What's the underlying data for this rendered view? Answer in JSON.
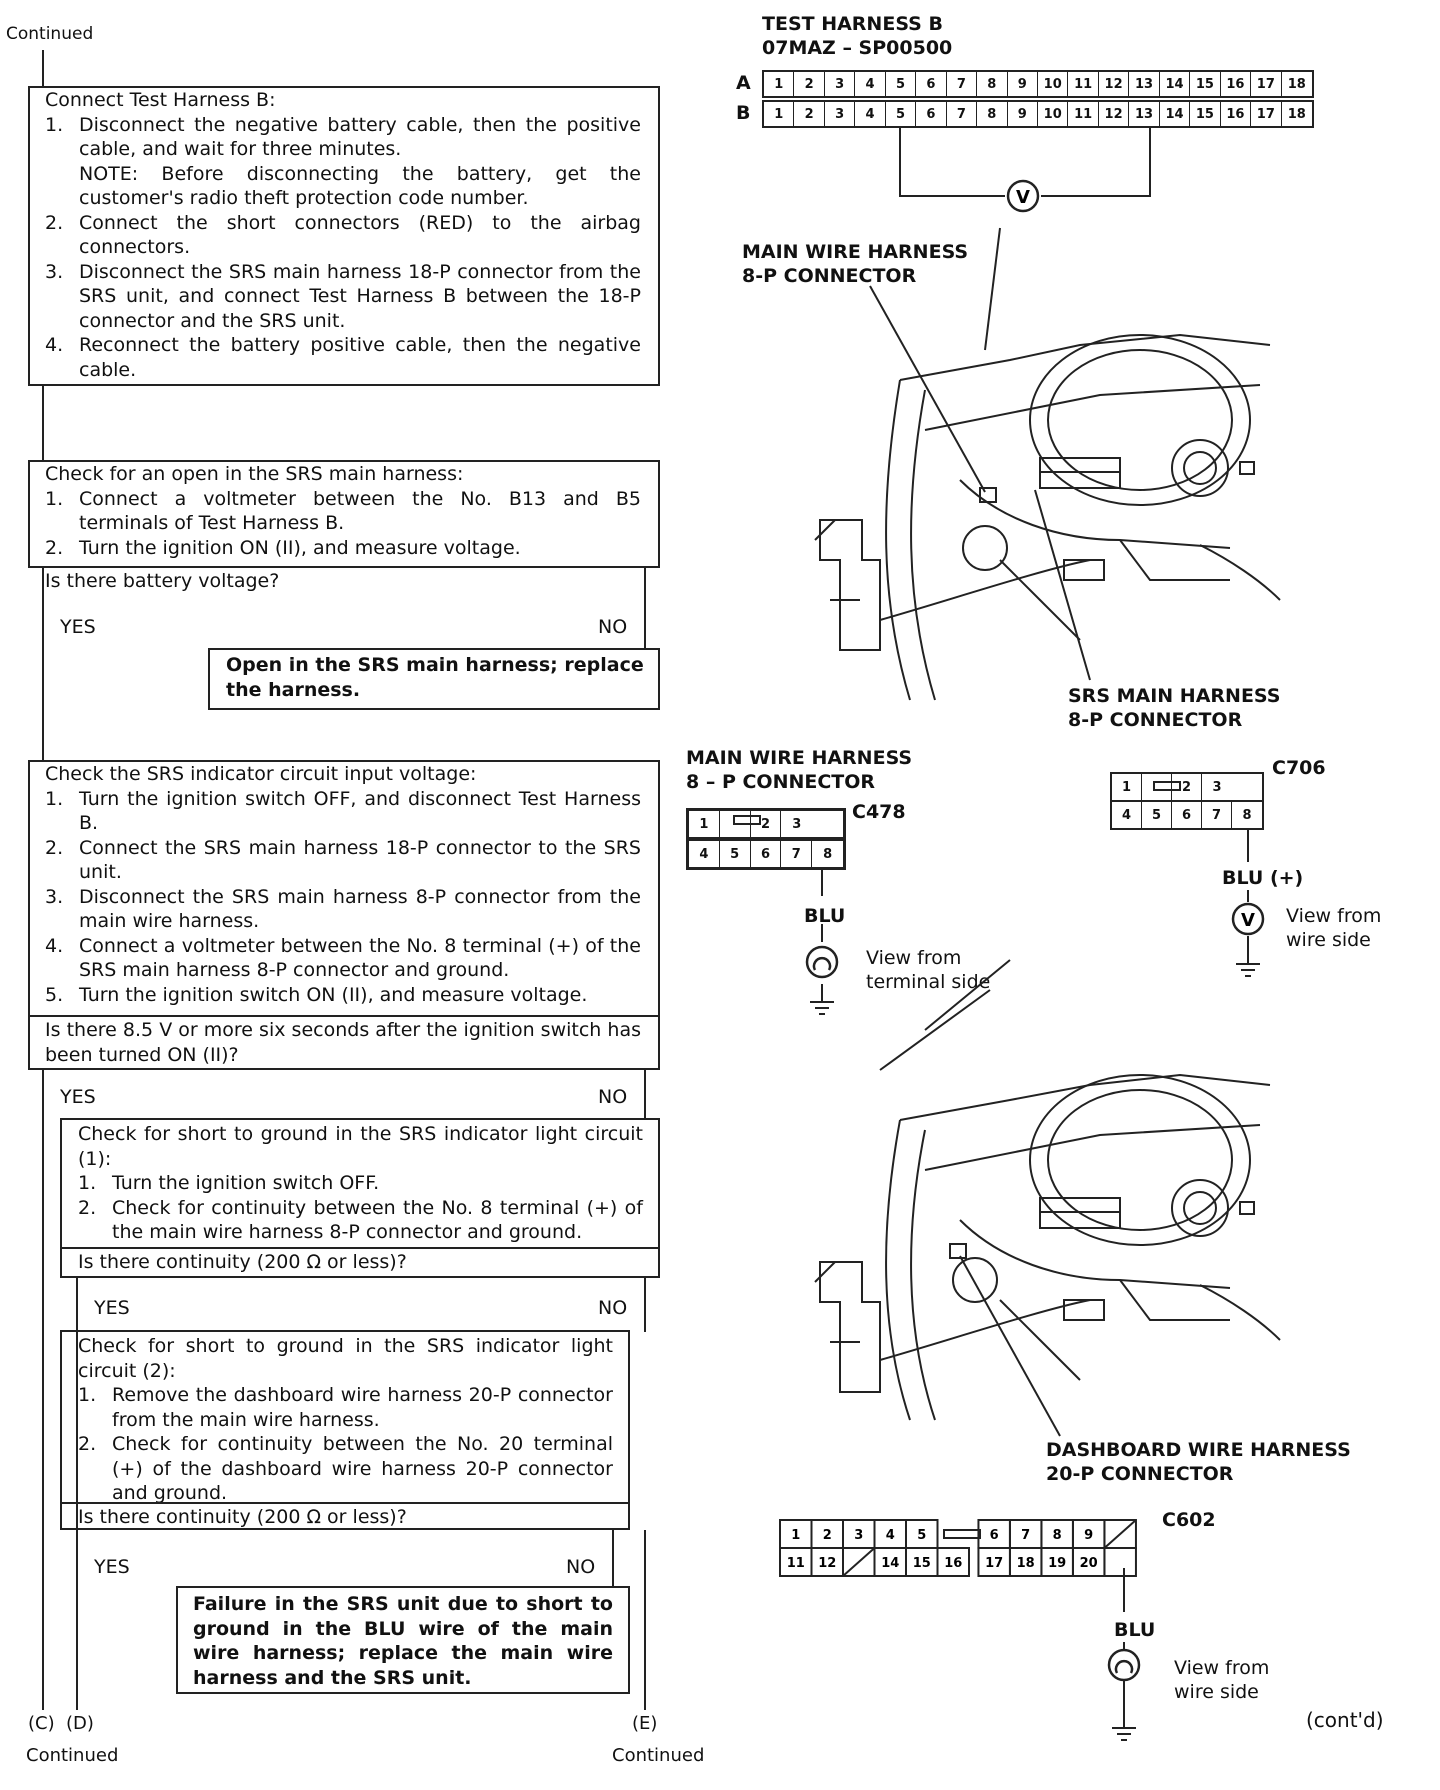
{
  "flow": {
    "continued_top": "Continued",
    "step1": {
      "title": "Connect Test Harness B:",
      "items": [
        {
          "n": "1.",
          "text": "Disconnect the negative battery cable, then the positive cable, and wait for three minutes."
        },
        {
          "n": "",
          "text": "NOTE: Before disconnecting the battery, get the customer's radio theft protection code number."
        },
        {
          "n": "2.",
          "text": "Connect the short connectors (RED) to the airbag connectors."
        },
        {
          "n": "3.",
          "text": "Disconnect the SRS main harness 18-P connector from the SRS unit, and connect Test Harness B between the 18-P connector and the SRS unit."
        },
        {
          "n": "4.",
          "text": "Reconnect the battery positive cable, then the negative cable."
        }
      ]
    },
    "step2": {
      "title": "Check for an open in the SRS main harness:",
      "items": [
        {
          "n": "1.",
          "text": "Connect a voltmeter between the No. B13 and B5 terminals of Test Harness B."
        },
        {
          "n": "2.",
          "text": "Turn the ignition ON (II), and measure voltage."
        }
      ],
      "question": "Is there battery voltage?",
      "yes": "YES",
      "no": "NO",
      "no_result": "Open in the SRS main harness; replace the harness."
    },
    "step3": {
      "title": "Check the SRS indicator circuit input voltage:",
      "items": [
        {
          "n": "1.",
          "text": "Turn the ignition switch OFF, and disconnect Test Harness B."
        },
        {
          "n": "2.",
          "text": "Connect the SRS main harness 18-P connector to the SRS unit."
        },
        {
          "n": "3.",
          "text": "Disconnect the SRS main harness 8-P connector from the main wire harness."
        },
        {
          "n": "4.",
          "text": "Connect a voltmeter between the No. 8 terminal (+) of the SRS main harness 8-P connector and ground."
        },
        {
          "n": "5.",
          "text": "Turn the ignition switch ON (II), and measure voltage."
        }
      ],
      "question": "Is there 8.5 V or more six seconds after the ignition switch has been turned ON (II)?",
      "yes": "YES",
      "no": "NO"
    },
    "step4": {
      "title": "Check for short to ground in the SRS indicator light circuit (1):",
      "items": [
        {
          "n": "1.",
          "text": "Turn the ignition switch OFF."
        },
        {
          "n": "2.",
          "text": "Check for continuity between the No. 8 terminal (+) of the main wire harness 8-P connector and ground."
        }
      ],
      "question": "Is there continuity (200 Ω or less)?",
      "yes": "YES",
      "no": "NO"
    },
    "step5": {
      "title": "Check for short to ground in the SRS indicator light circuit (2):",
      "items": [
        {
          "n": "1.",
          "text": "Remove the dashboard wire harness 20-P connector from the main wire harness."
        },
        {
          "n": "2.",
          "text": "Check for continuity between the No. 20 terminal (+) of the dashboard wire harness 20-P connector and ground."
        }
      ],
      "question": "Is there continuity (200 Ω or less)?",
      "yes": "YES",
      "no": "NO",
      "no_result": "Failure in the SRS unit due to short to ground in the BLU wire of the main wire harness; replace the main wire harness and the SRS unit."
    },
    "exit_c": "(C)",
    "exit_d": "(D)",
    "exit_e": "(E)",
    "continued_bottom_left": "Continued",
    "continued_bottom_right": "Continued"
  },
  "diagrams": {
    "test_harness": {
      "title": "TEST HARNESS B",
      "part_no": "07MAZ – SP00500",
      "row_a": "A",
      "row_b": "B",
      "terminals": [
        "1",
        "2",
        "3",
        "4",
        "5",
        "6",
        "7",
        "8",
        "9",
        "10",
        "11",
        "12",
        "13",
        "14",
        "15",
        "16",
        "17",
        "18"
      ],
      "voltmeter": "V"
    },
    "label_main_wire_top": "MAIN WIRE HARNESS",
    "label_main_wire_top2": "8-P CONNECTOR",
    "label_srs_main": "SRS MAIN HARNESS",
    "label_srs_main2": "8-P CONNECTOR",
    "c478": {
      "label1": "MAIN WIRE HARNESS",
      "label2": "8 – P CONNECTOR",
      "code": "C478",
      "top": [
        "1",
        "",
        "2",
        "3"
      ],
      "bottom": [
        "4",
        "5",
        "6",
        "7",
        "8"
      ],
      "wire": "BLU",
      "view": "View from",
      "view2": "terminal side"
    },
    "c706": {
      "code": "C706",
      "top": [
        "1",
        "",
        "2",
        "3"
      ],
      "bottom": [
        "4",
        "5",
        "6",
        "7",
        "8"
      ],
      "wire": "BLU (+)",
      "view": "View from",
      "view2": "wire side",
      "voltmeter": "V"
    },
    "label_dash": "DASHBOARD WIRE HARNESS",
    "label_dash2": "20-P CONNECTOR",
    "c602": {
      "code": "C602",
      "top": [
        "1",
        "2",
        "3",
        "4",
        "5",
        "6",
        "7",
        "8",
        "9"
      ],
      "bottom": [
        "11",
        "12",
        "14",
        "15",
        "16",
        "17",
        "18",
        "19",
        "20"
      ],
      "wire": "BLU",
      "view": "View from",
      "view2": "wire side"
    },
    "contd": "(cont'd)"
  }
}
